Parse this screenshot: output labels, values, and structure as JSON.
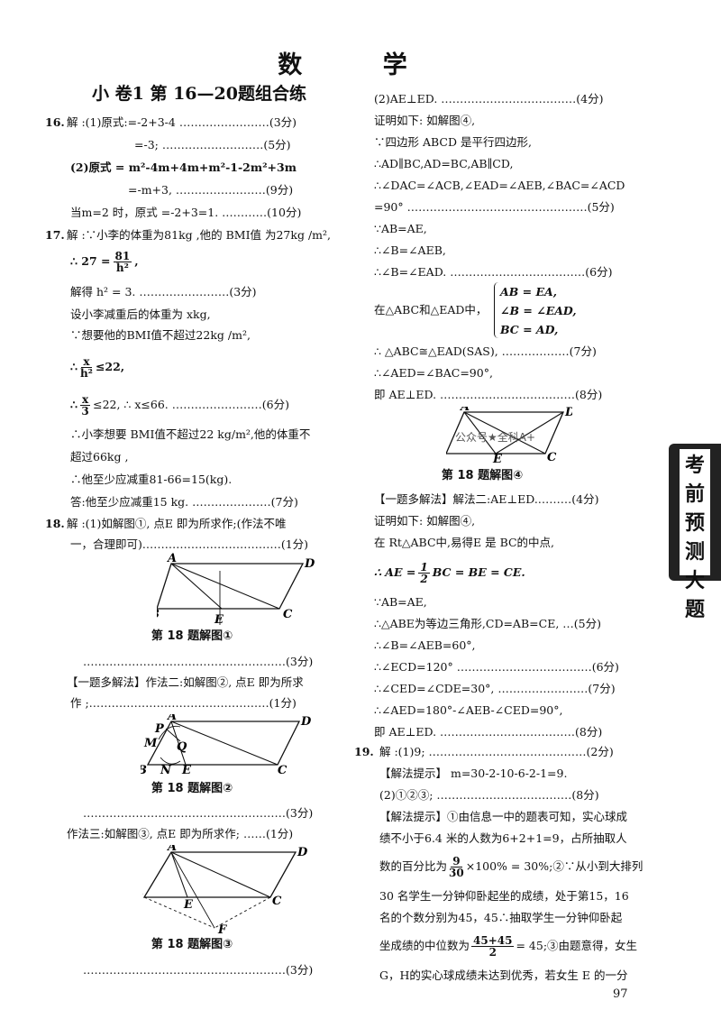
{
  "header": {
    "title": "数 学"
  },
  "section": {
    "title": "小 卷1 第 16—20题组合练"
  },
  "left": {
    "p16_label": "16.",
    "p16_a": "解 :(1)原式:=-2+3-4 ……………………(3分)",
    "p16_b": "=-3; ………………………(5分)",
    "p16_c": "(2)原式 = m²-4m+4m+m²-1-2m²+3m",
    "p16_d": "=-m+3, ……………………(9分)",
    "p16_e": "当m=2 时，原式 =-2+3=1. …………(10分)",
    "p17_label": "17.",
    "p17_a": "解 :∵小李的体重为81kg ,他的 BMI值 为27kg /m²,",
    "p17_b_pre": "∴ 27 =",
    "p17_b_num": "81",
    "p17_b_den": "h²",
    "p17_b_post": ",",
    "p17_c": "解得 h² = 3. ……………………(3分)",
    "p17_d": "设小李减重后的体重为 xkg,",
    "p17_e": "∵想要他的BMI值不超过22kg /m²,",
    "p17_f_pre": "∴",
    "p17_f_num": "x",
    "p17_f_den": "h²",
    "p17_f_post": "≤22,",
    "p17_g_pre": "∴",
    "p17_g_num": "x",
    "p17_g_den": "3",
    "p17_g_post": "≤22, ∴ x≤66. ……………………(6分)",
    "p17_h": "∴小李想要 BMI值不超过22 kg/m²,他的体重不",
    "p17_i": "超过66kg ,",
    "p17_j": "∴他至少应减重81-66=15(kg).",
    "p17_k": "答:他至少应减重15 kg. …………………(7分)",
    "p18_label": "18.",
    "p18_a": "解 :(1)如解图①, 点E 即为所求作;(作法不唯",
    "p18_b": "一，合理即可).………………………………(1分)",
    "cap1": "第 18 题解图①",
    "p18_c": "………………………………………………(3分)",
    "p18_d": "【一题多解法】作法二:如解图②, 点E 即为所求",
    "p18_e": "作 ;…………………………………………(1分)",
    "cap2": "第 18 题解图②",
    "p18_f": "………………………………………………(3分)",
    "p18_g": "作法三:如解图③, 点E 即为所求作; ……(1分)",
    "cap3": "第 18 题解图③",
    "p18_h": "………………………………………………(3分)"
  },
  "right": {
    "r1": "(2)AE⊥ED. ………………………………(4分)",
    "r2": "证明如下: 如解图④,",
    "r3": "∵四边形 ABCD 是平行四边形,",
    "r4": "∴AD∥BC,AD=BC,AB∥CD,",
    "r5": "∴∠DAC=∠ACB,∠EAD=∠AEB,∠BAC=∠ACD",
    "r6": "=90° …………………………………………(5分)",
    "r7": "∵AB=AE,",
    "r8": "∴∠B=∠AEB,",
    "r9": "∴∠B=∠EAD. ………………………………(6分)",
    "r10_pre": "在△ABC和△EAD中，",
    "r10_l1": "AB = EA,",
    "r10_l2": "∠B = ∠EAD,",
    "r10_l3": "BC = AD,",
    "r11": "∴ △ABC≅△EAD(SAS), ………………(7分)",
    "r12": "∴∠AED=∠BAC=90°,",
    "r13": "即 AE⊥ED. ………………………………(8分)",
    "watermark": "公众号★全科A+",
    "cap4": "第 18 题解图④",
    "r14": "【一题多解法】解法二:AE⊥ED.………(4分)",
    "r15": "证明如下: 如解图④,",
    "r16": "在 Rt△ABC中,易得E 是 BC的中点,",
    "r17_pre": "∴ AE =",
    "r17_num": "1",
    "r17_den": "2",
    "r17_post": "BC = BE = CE.",
    "r18": "∵AB=AE,",
    "r19": "∴△ABE为等边三角形,CD=AB=CE, …(5分)",
    "r20": "∴∠B=∠AEB=60°,",
    "r21": "∴∠ECD=120° ………………………………(6分)",
    "r22": "∴∠CED=∠CDE=30°, ……………………(7分)",
    "r23": "∴∠AED=180°-∠AEB-∠CED=90°,",
    "r24": "即 AE⊥ED. ………………………………(8分)",
    "p19_label": "19.",
    "r25": "解 :(1)9; ……………………………………(2分)",
    "r26": "【解法提示】 m=30-2-10-6-2-1=9.",
    "r27": "(2)①②③; ………………………………(8分)",
    "r28": "【解法提示】①由信息一中的题表可知，实心球成",
    "r29": "绩不小于6.4 米的人数为6+2+1=9，占所抽取人",
    "r30_pre": "数的百分比为",
    "r30_num": "9",
    "r30_den": "30",
    "r30_post": "×100% = 30%;②∵从小到大排列",
    "r31": "30 名学生一分钟仰卧起坐的成绩，处于第15，16",
    "r32": "名的个数分别为45，45∴抽取学生一分钟仰卧起",
    "r33_pre": "坐成绩的中位数为",
    "r33_num": "45+45",
    "r33_den": "2",
    "r33_post": "= 45;③由题意得，女生",
    "r34": "G，H的实心球成绩未达到优秀，若女生 E 的一分"
  },
  "side_tab": {
    "chars": [
      "考",
      "前",
      "预",
      "测",
      "大",
      "题"
    ]
  },
  "page_number": "97"
}
